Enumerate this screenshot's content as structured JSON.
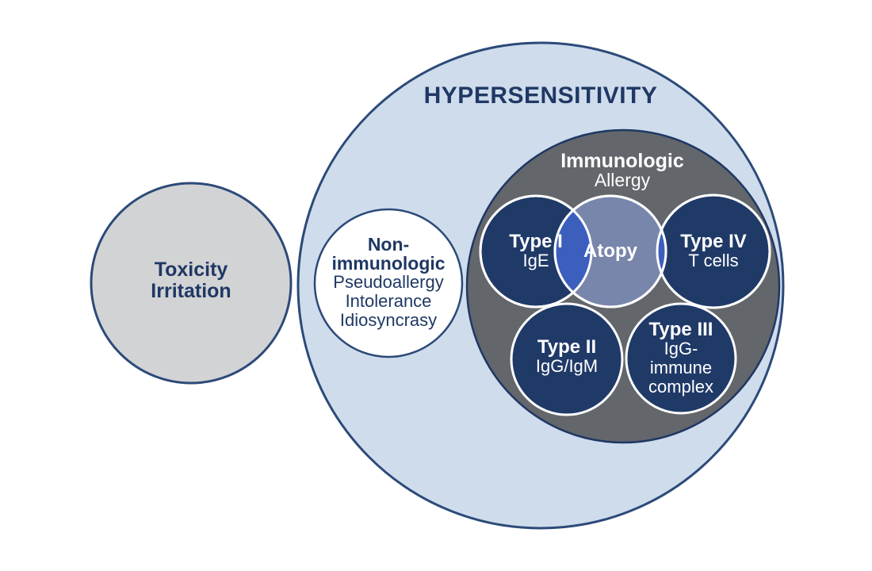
{
  "diagram": {
    "title": "HYPERSENSITIVITY",
    "toxicity": {
      "line1": "Toxicity",
      "line2": "Irritation"
    },
    "non_immunologic": {
      "line1": "Non-",
      "line2": "immunologic",
      "line3": "Pseudoallergy",
      "line4": "Intolerance",
      "line5": "Idiosyncrasy"
    },
    "immunologic": {
      "title": "Immunologic",
      "subtitle": "Allergy"
    },
    "type_i": {
      "title": "Type I",
      "subtitle": "IgE"
    },
    "atopy": {
      "title": "Atopy"
    },
    "type_iv": {
      "title": "Type IV",
      "subtitle": "T cells"
    },
    "type_ii": {
      "title": "Type II",
      "subtitle": "IgG/IgM"
    },
    "type_iii": {
      "title": "Type III",
      "sub1": "IgG-",
      "sub2": "immune",
      "sub3": "complex"
    },
    "colors": {
      "background": "#ffffff",
      "hypersensitivity_fill": "#cfdcec",
      "outline_navy": "#2c4a78",
      "toxicity_fill": "#d2d3d5",
      "white": "#ffffff",
      "immunologic_fill": "#63666b",
      "immunologic_outline": "#1f3864",
      "type_circle_fill": "#203a68",
      "atopy_fill": "#7886ab",
      "overlap_fill": "#3c5fbe",
      "text_navy": "#1f3864"
    }
  }
}
